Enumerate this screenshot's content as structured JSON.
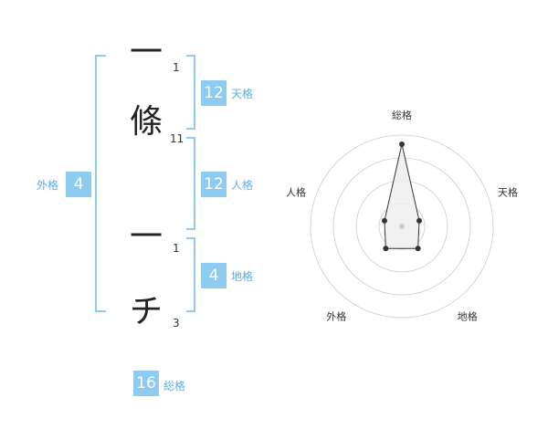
{
  "characters": [
    {
      "char": "一",
      "strokes": "1"
    },
    {
      "char": "條",
      "strokes": "11"
    },
    {
      "char": "一",
      "strokes": "1"
    },
    {
      "char": "チ",
      "strokes": "3"
    }
  ],
  "scores": {
    "tenkaku": {
      "value": "12",
      "label": "天格"
    },
    "jinkaku": {
      "value": "12",
      "label": "人格"
    },
    "chikaku": {
      "value": "4",
      "label": "地格"
    },
    "gaikaku": {
      "value": "4",
      "label": "外格"
    },
    "soukaku": {
      "value": "16",
      "label": "総格"
    }
  },
  "chart_data": {
    "type": "radar",
    "axes": [
      "総格",
      "天格",
      "地格",
      "外格",
      "人格"
    ],
    "values": [
      0.9,
      0.2,
      0.3,
      0.3,
      0.2
    ],
    "range": [
      0,
      1
    ],
    "grid_rings": 4,
    "colors": {
      "fill": "#eeeeee",
      "stroke": "#333333",
      "grid": "#cccccc",
      "point": "#333333",
      "center": "#cccccc"
    }
  },
  "colors": {
    "accent": "#8ecbf1",
    "label": "#5aaee6"
  }
}
